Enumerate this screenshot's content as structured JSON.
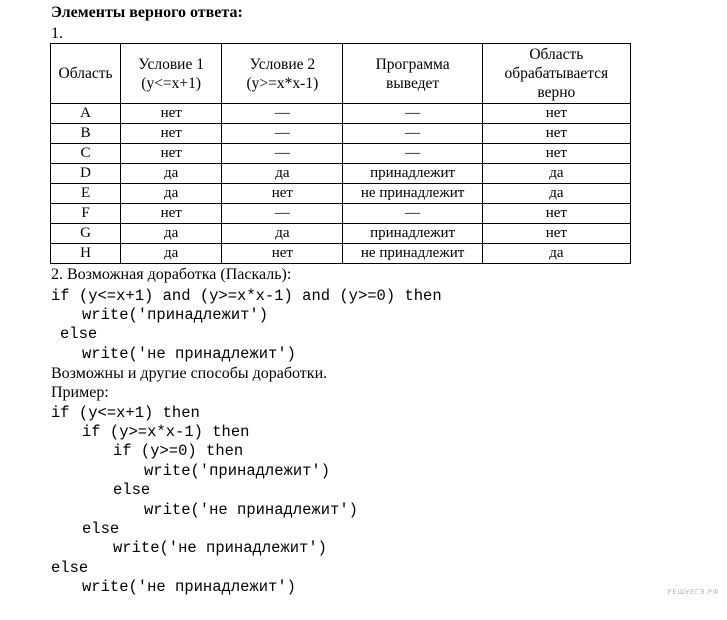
{
  "heading": "Элементы верного ответа:",
  "section1_label": "1.",
  "table": {
    "headers": [
      "Область",
      "Условие 1\n(y<=x+1)",
      "Условие 2\n(y>=x*x-1)",
      "Программа\nвыведет",
      "Область\nобрабатывается\nверно"
    ],
    "rows": [
      [
        "A",
        "нет",
        "—",
        "—",
        "нет"
      ],
      [
        "B",
        "нет",
        "—",
        "—",
        "нет"
      ],
      [
        "C",
        "нет",
        "—",
        "—",
        "нет"
      ],
      [
        "D",
        "да",
        "да",
        "принадлежит",
        "да"
      ],
      [
        "E",
        "да",
        "нет",
        "не принадлежит",
        "да"
      ],
      [
        "F",
        "нет",
        "—",
        "—",
        "нет"
      ],
      [
        "G",
        "да",
        "да",
        "принадлежит",
        "нет"
      ],
      [
        "H",
        "да",
        "нет",
        "не принадлежит",
        "да"
      ]
    ]
  },
  "section2_label": "2. Возможная доработка (Паскаль):",
  "code1": [
    "if (y<=x+1) and (y>=x*x-1) and (y>=0) then",
    "write('принадлежит')",
    "else",
    "write('не принадлежит')"
  ],
  "other_ways": "Возможны и другие способы доработки.",
  "example_label": "Пример:",
  "code2": [
    "if (y<=x+1) then",
    "if (y>=x*x-1) then",
    "if (y>=0) then",
    "write('принадлежит')",
    "else",
    "write('не принадлежит')",
    "else",
    "write('не принадлежит')",
    "else",
    "write('не принадлежит')"
  ],
  "watermark": "РЕШУЕГЭ.РФ"
}
